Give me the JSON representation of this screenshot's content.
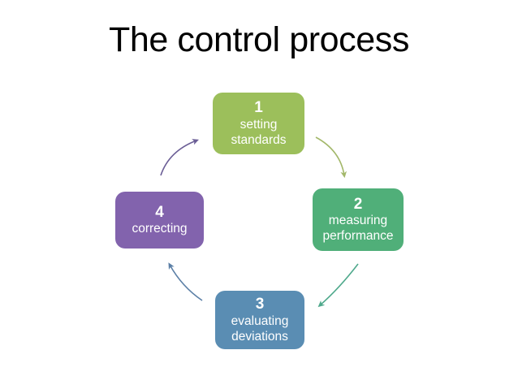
{
  "slide": {
    "title": "The control process",
    "background_color": "#ffffff",
    "title_color": "#000000"
  },
  "diagram": {
    "type": "cycle",
    "name": "control-process-cycle",
    "nodes": [
      {
        "number": "1",
        "label": "setting\nstandards",
        "color": "#9CBF5B",
        "position": "top"
      },
      {
        "number": "2",
        "label": "measuring\nperformance",
        "color": "#50AF79",
        "position": "right"
      },
      {
        "number": "3",
        "label": "evaluating\ndeviations",
        "color": "#5A8DB3",
        "position": "bottom"
      },
      {
        "number": "4",
        "label": "correcting",
        "color": "#8263AD",
        "position": "left"
      }
    ],
    "arrows": [
      {
        "name": "arrow-1-to-2",
        "from": "1",
        "to": "2",
        "color": "#A3B86A",
        "direction": "down-right"
      },
      {
        "name": "arrow-2-to-3",
        "from": "2",
        "to": "3",
        "color": "#4FA98C",
        "direction": "down-left"
      },
      {
        "name": "arrow-3-to-4",
        "from": "3",
        "to": "4",
        "color": "#5B7FA6",
        "direction": "up-left"
      },
      {
        "name": "arrow-4-to-1",
        "from": "4",
        "to": "1",
        "color": "#6B5E96",
        "direction": "up-right"
      }
    ]
  }
}
